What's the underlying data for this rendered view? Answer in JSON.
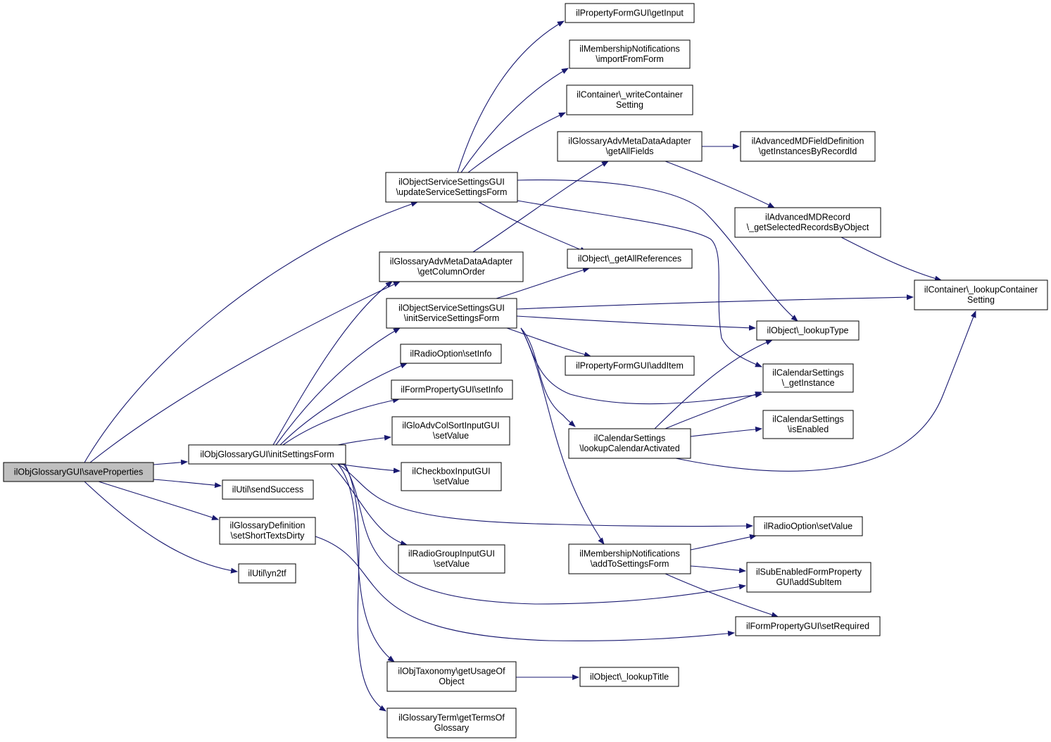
{
  "diagram": {
    "edge_color": "#191970",
    "root_fill": "#bfbfbf",
    "nodes": [
      {
        "id": "saveProperties",
        "lines": [
          "ilObjGlossaryGUI\\saveProperties"
        ],
        "root": true
      },
      {
        "id": "initSettingsForm",
        "lines": [
          "ilObjGlossaryGUI\\initSettingsForm"
        ]
      },
      {
        "id": "sendSuccess",
        "lines": [
          "ilUtil\\sendSuccess"
        ]
      },
      {
        "id": "setShortTextsDirty",
        "lines": [
          "ilGlossaryDefinition",
          "\\setShortTextsDirty"
        ]
      },
      {
        "id": "yn2tf",
        "lines": [
          "ilUtil\\yn2tf"
        ]
      },
      {
        "id": "updateServiceSettingsForm",
        "lines": [
          "ilObjectServiceSettingsGUI",
          "\\updateServiceSettingsForm"
        ]
      },
      {
        "id": "getColumnOrder",
        "lines": [
          "ilGlossaryAdvMetaDataAdapter",
          "\\getColumnOrder"
        ]
      },
      {
        "id": "initServiceSettingsForm",
        "lines": [
          "ilObjectServiceSettingsGUI",
          "\\initServiceSettingsForm"
        ]
      },
      {
        "id": "radioSetInfo",
        "lines": [
          "ilRadioOption\\setInfo"
        ]
      },
      {
        "id": "formPropSetInfo",
        "lines": [
          "ilFormPropertyGUI\\setInfo"
        ]
      },
      {
        "id": "gloAdvSetValue",
        "lines": [
          "ilGloAdvColSortInputGUI",
          "\\setValue"
        ]
      },
      {
        "id": "checkboxSetValue",
        "lines": [
          "ilCheckboxInputGUI",
          "\\setValue"
        ]
      },
      {
        "id": "radioGroupSetValue",
        "lines": [
          "ilRadioGroupInputGUI",
          "\\setValue"
        ]
      },
      {
        "id": "getUsageOfObject",
        "lines": [
          "ilObjTaxonomy\\getUsageOf",
          "Object"
        ]
      },
      {
        "id": "getTermsOfGlossary",
        "lines": [
          "ilGlossaryTerm\\getTermsOf",
          "Glossary"
        ]
      },
      {
        "id": "getInput",
        "lines": [
          "ilPropertyFormGUI\\getInput"
        ]
      },
      {
        "id": "importFromForm",
        "lines": [
          "ilMembershipNotifications",
          "\\importFromForm"
        ]
      },
      {
        "id": "writeContainerSetting",
        "lines": [
          "ilContainer\\_writeContainer",
          "Setting"
        ]
      },
      {
        "id": "getAllFields",
        "lines": [
          "ilGlossaryAdvMetaDataAdapter",
          "\\getAllFields"
        ]
      },
      {
        "id": "getAllReferences",
        "lines": [
          "ilObject\\_getAllReferences"
        ]
      },
      {
        "id": "addItem",
        "lines": [
          "ilPropertyFormGUI\\addItem"
        ]
      },
      {
        "id": "lookupCalendarActivated",
        "lines": [
          "ilCalendarSettings",
          "\\lookupCalendarActivated"
        ]
      },
      {
        "id": "addToSettingsForm",
        "lines": [
          "ilMembershipNotifications",
          "\\addToSettingsForm"
        ]
      },
      {
        "id": "lookupTitle",
        "lines": [
          "ilObject\\_lookupTitle"
        ]
      },
      {
        "id": "getInstancesByRecordId",
        "lines": [
          "ilAdvancedMDFieldDefinition",
          "\\getInstancesByRecordId"
        ]
      },
      {
        "id": "getSelectedRecordsByObject",
        "lines": [
          "ilAdvancedMDRecord",
          "\\_getSelectedRecordsByObject"
        ]
      },
      {
        "id": "lookupContainerSetting",
        "lines": [
          "ilContainer\\_lookupContainer",
          "Setting"
        ]
      },
      {
        "id": "lookupType",
        "lines": [
          "ilObject\\_lookupType"
        ]
      },
      {
        "id": "calGetInstance",
        "lines": [
          "ilCalendarSettings",
          "\\_getInstance"
        ]
      },
      {
        "id": "calIsEnabled",
        "lines": [
          "ilCalendarSettings",
          "\\isEnabled"
        ]
      },
      {
        "id": "radioSetValue",
        "lines": [
          "ilRadioOption\\setValue"
        ]
      },
      {
        "id": "addSubItem",
        "lines": [
          "ilSubEnabledFormProperty",
          "GUI\\addSubItem"
        ]
      },
      {
        "id": "setRequired",
        "lines": [
          "ilFormPropertyGUI\\setRequired"
        ]
      }
    ],
    "edges": [
      {
        "from": "saveProperties",
        "to": "initSettingsForm"
      },
      {
        "from": "saveProperties",
        "to": "sendSuccess"
      },
      {
        "from": "saveProperties",
        "to": "setShortTextsDirty"
      },
      {
        "from": "saveProperties",
        "to": "yn2tf"
      },
      {
        "from": "saveProperties",
        "to": "updateServiceSettingsForm"
      },
      {
        "from": "saveProperties",
        "to": "getColumnOrder"
      },
      {
        "from": "initSettingsForm",
        "to": "getColumnOrder"
      },
      {
        "from": "initSettingsForm",
        "to": "initServiceSettingsForm"
      },
      {
        "from": "initSettingsForm",
        "to": "radioSetInfo"
      },
      {
        "from": "initSettingsForm",
        "to": "formPropSetInfo"
      },
      {
        "from": "initSettingsForm",
        "to": "gloAdvSetValue"
      },
      {
        "from": "initSettingsForm",
        "to": "checkboxSetValue"
      },
      {
        "from": "initSettingsForm",
        "to": "radioGroupSetValue"
      },
      {
        "from": "initSettingsForm",
        "to": "getUsageOfObject"
      },
      {
        "from": "initSettingsForm",
        "to": "getTermsOfGlossary"
      },
      {
        "from": "initSettingsForm",
        "to": "radioSetValue"
      },
      {
        "from": "initSettingsForm",
        "to": "addSubItem"
      },
      {
        "from": "setShortTextsDirty",
        "to": "setRequired"
      },
      {
        "from": "updateServiceSettingsForm",
        "to": "getInput"
      },
      {
        "from": "updateServiceSettingsForm",
        "to": "importFromForm"
      },
      {
        "from": "updateServiceSettingsForm",
        "to": "writeContainerSetting"
      },
      {
        "from": "updateServiceSettingsForm",
        "to": "getAllReferences"
      },
      {
        "from": "updateServiceSettingsForm",
        "to": "lookupType"
      },
      {
        "from": "updateServiceSettingsForm",
        "to": "calGetInstance"
      },
      {
        "from": "getColumnOrder",
        "to": "getAllFields"
      },
      {
        "from": "initServiceSettingsForm",
        "to": "getAllReferences"
      },
      {
        "from": "initServiceSettingsForm",
        "to": "lookupContainerSetting"
      },
      {
        "from": "initServiceSettingsForm",
        "to": "lookupType"
      },
      {
        "from": "initServiceSettingsForm",
        "to": "addItem"
      },
      {
        "from": "initServiceSettingsForm",
        "to": "calGetInstance"
      },
      {
        "from": "initServiceSettingsForm",
        "to": "lookupCalendarActivated"
      },
      {
        "from": "initServiceSettingsForm",
        "to": "addToSettingsForm"
      },
      {
        "from": "getAllFields",
        "to": "getInstancesByRecordId"
      },
      {
        "from": "getAllFields",
        "to": "getSelectedRecordsByObject"
      },
      {
        "from": "getSelectedRecordsByObject",
        "to": "lookupContainerSetting"
      },
      {
        "from": "lookupCalendarActivated",
        "to": "lookupType"
      },
      {
        "from": "lookupCalendarActivated",
        "to": "calGetInstance"
      },
      {
        "from": "lookupCalendarActivated",
        "to": "calIsEnabled"
      },
      {
        "from": "lookupCalendarActivated",
        "to": "lookupContainerSetting"
      },
      {
        "from": "addToSettingsForm",
        "to": "radioSetValue"
      },
      {
        "from": "addToSettingsForm",
        "to": "addSubItem"
      },
      {
        "from": "addToSettingsForm",
        "to": "setRequired"
      },
      {
        "from": "getUsageOfObject",
        "to": "lookupTitle"
      }
    ]
  }
}
